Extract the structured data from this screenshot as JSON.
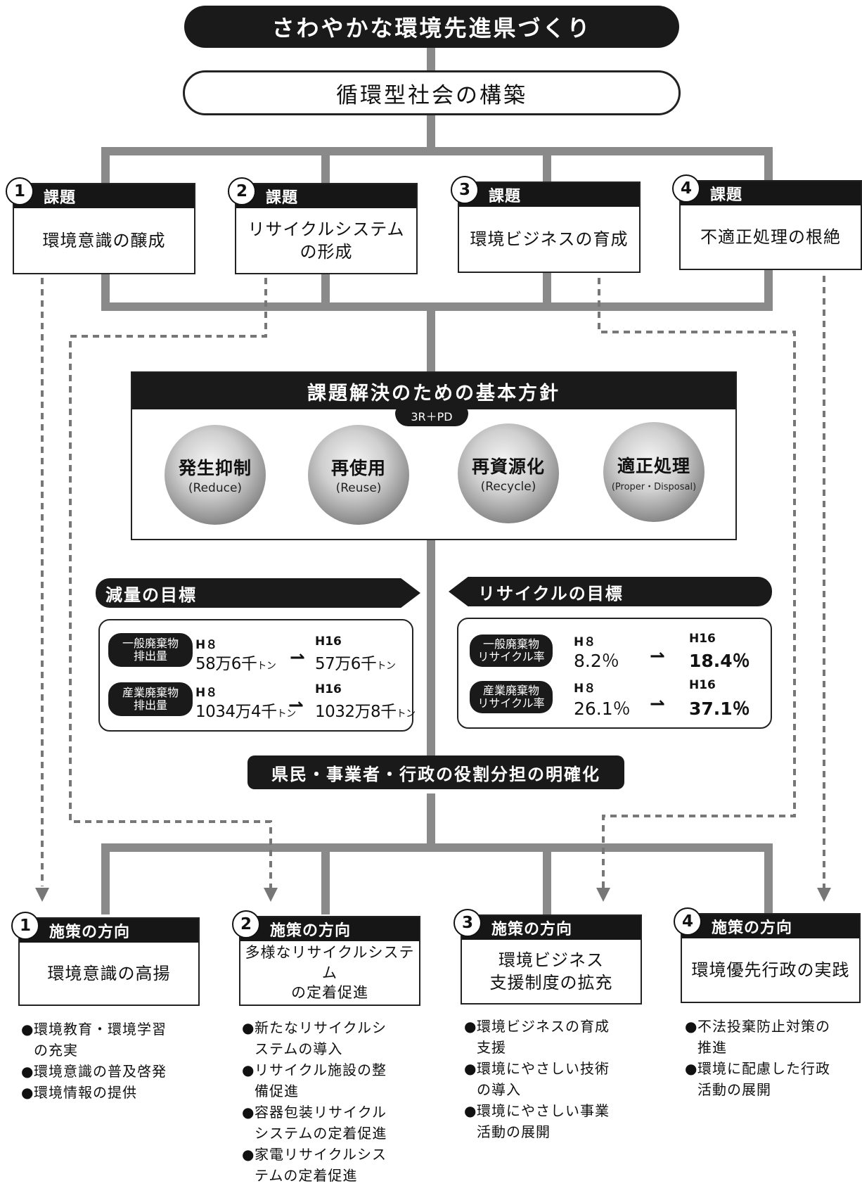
{
  "header": {
    "title": "さわやかな環境先進県づくり",
    "subtitle": "循環型社会の構築"
  },
  "issues": [
    {
      "num": "1",
      "head": "課題",
      "text": "環境意識の醸成"
    },
    {
      "num": "2",
      "head": "課題",
      "line1": "リサイクルシステム",
      "line2": "の形成"
    },
    {
      "num": "3",
      "head": "課題",
      "text": "環境ビジネスの育成"
    },
    {
      "num": "4",
      "head": "課題",
      "text": "不適正処理の根絶"
    }
  ],
  "policy": {
    "title": "課題解決のための基本方針",
    "badge": "3R＋PD",
    "spheres": [
      {
        "main": "発生抑制",
        "sub": "(Reduce)"
      },
      {
        "main": "再使用",
        "sub": "(Reuse)"
      },
      {
        "main": "再資源化",
        "sub": "(Recycle)"
      },
      {
        "main": "適正処理",
        "sub": "(Proper・Disposal)"
      }
    ]
  },
  "reduction": {
    "banner": "減量の目標",
    "rows": [
      {
        "tag1": "一般廃棄物",
        "tag2": "排出量",
        "y1": "H８",
        "v1": "58万6千",
        "u1": "トン",
        "y2": "H16",
        "v2": "57万6千",
        "u2": "トン"
      },
      {
        "tag1": "産業廃棄物",
        "tag2": "排出量",
        "y1": "H８",
        "v1": "1034万4千",
        "u1": "トン",
        "y2": "H16",
        "v2": "1032万8千",
        "u2": "トン"
      }
    ]
  },
  "recycling": {
    "banner": "リサイクルの目標",
    "rows": [
      {
        "tag1": "一般廃棄物",
        "tag2": "リサイクル率",
        "y1": "H８",
        "v1": "8.2％",
        "y2": "H16",
        "v2": "18.4％"
      },
      {
        "tag1": "産業廃棄物",
        "tag2": "リサイクル率",
        "y1": "H８",
        "v1": "26.1％",
        "y2": "H16",
        "v2": "37.1％"
      }
    ]
  },
  "roles": "県民・事業者・行政の役割分担の明確化",
  "directions": [
    {
      "num": "1",
      "head": "施策の方向",
      "text": "環境意識の高揚",
      "bullets": [
        [
          "環境教育・環境学習",
          "の充実"
        ],
        [
          "環境意識の普及啓発"
        ],
        [
          "環境情報の提供"
        ]
      ]
    },
    {
      "num": "2",
      "head": "施策の方向",
      "line1": "多様なリサイクルシステム",
      "line2": "の定着促進",
      "bullets": [
        [
          "新たなリサイクルシ",
          "ステムの導入"
        ],
        [
          "リサイクル施設の整",
          "備促進"
        ],
        [
          "容器包装リサイクル",
          "システムの定着促進"
        ],
        [
          "家電リサイクルシス",
          "テムの定着促進"
        ]
      ]
    },
    {
      "num": "3",
      "head": "施策の方向",
      "line1": "環境ビジネス",
      "line2": "支援制度の拡充",
      "bullets": [
        [
          "環境ビジネスの育成",
          "支援"
        ],
        [
          "環境にやさしい技術",
          "の導入"
        ],
        [
          "環境にやさしい事業",
          "活動の展開"
        ]
      ]
    },
    {
      "num": "4",
      "head": "施策の方向",
      "text": "環境優先行政の実践",
      "bullets": [
        [
          "不法投棄防止対策の",
          "推進"
        ],
        [
          "環境に配慮した行政",
          "活動の展開"
        ]
      ]
    }
  ]
}
